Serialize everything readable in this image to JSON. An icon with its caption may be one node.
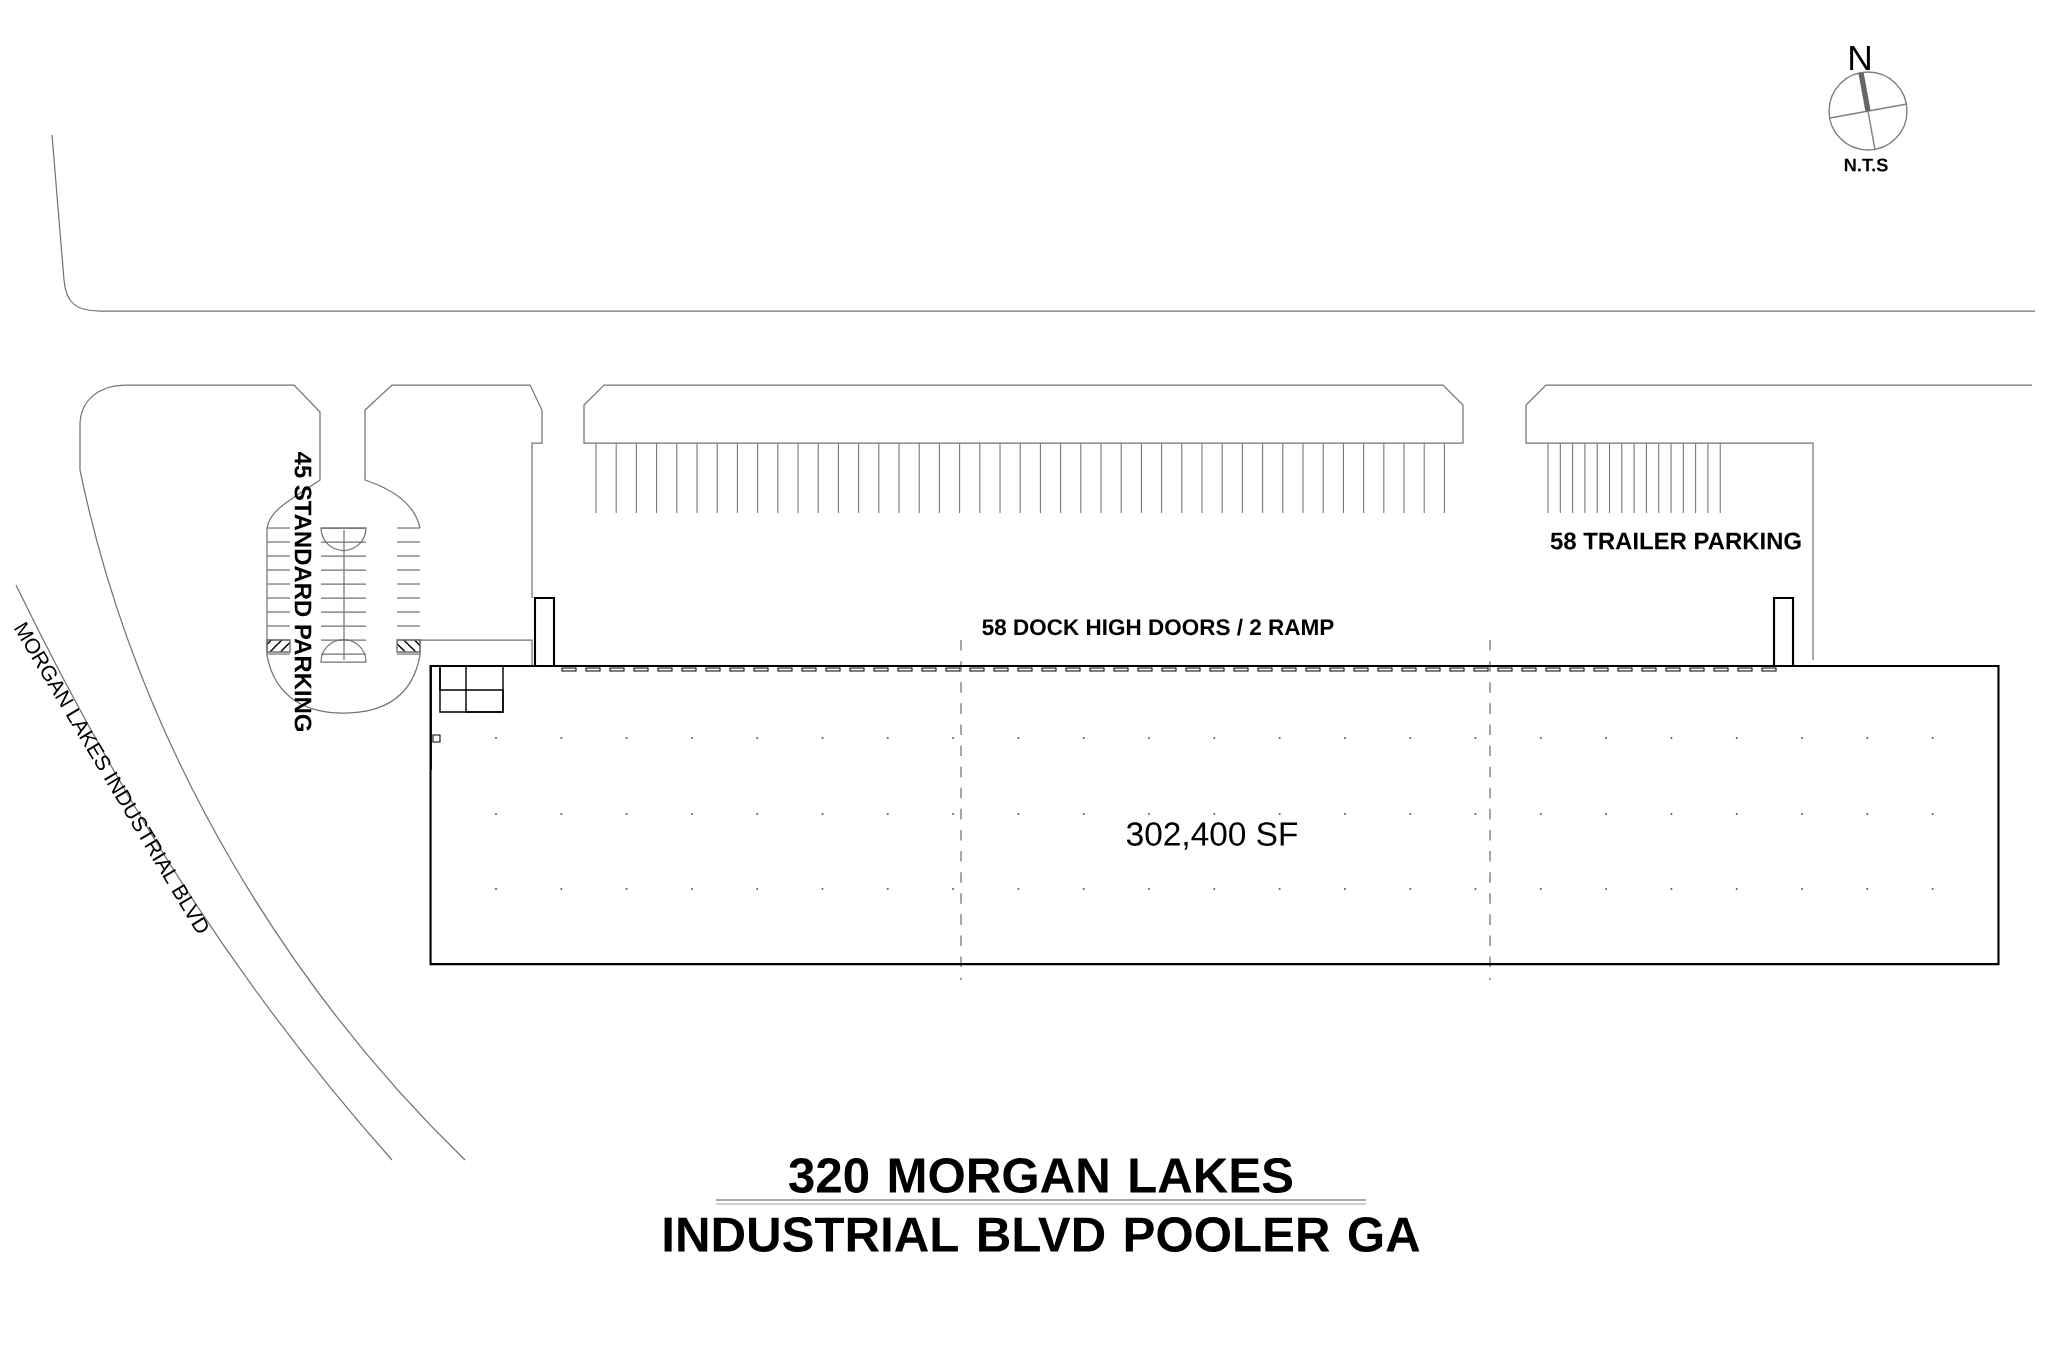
{
  "diagram": {
    "title": "320 MORGAN LAKES INDUSTRIAL BLVD POOLER GA",
    "nodes": [
      {
        "text": [
          "302,400 SF"
        ]
      }
    ],
    "labels": [
      "N",
      "N.T.S",
      "45 STANDARD PARKING",
      "58 TRAILER PARKING",
      "58 DOCK HIGH DOORS / 2 RAMP",
      "MORGAN LAKES INDUSTRIAL BLVD"
    ]
  }
}
